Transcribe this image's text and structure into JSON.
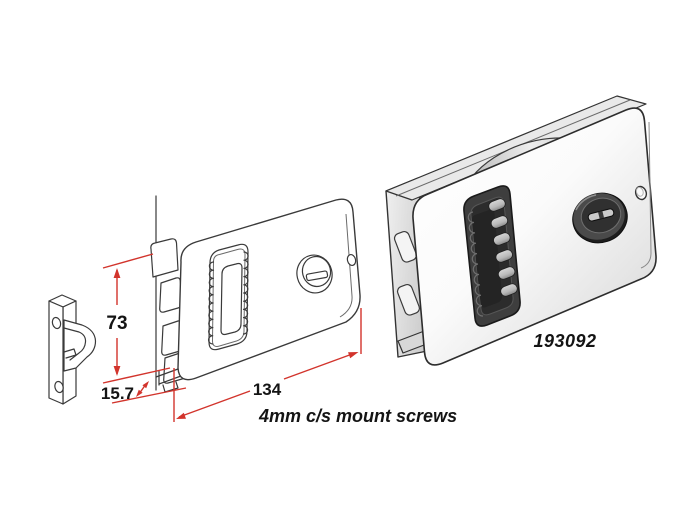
{
  "diagram": {
    "dimensions": {
      "height": "73",
      "depth": "15.7",
      "width": "134"
    },
    "mount_note": "4mm c/s mount screws",
    "part_number": "193092",
    "colors": {
      "dimension_red": "#d2342c",
      "line_art": "#3a3a3a",
      "label_text": "#141414",
      "background": "#ffffff"
    }
  }
}
